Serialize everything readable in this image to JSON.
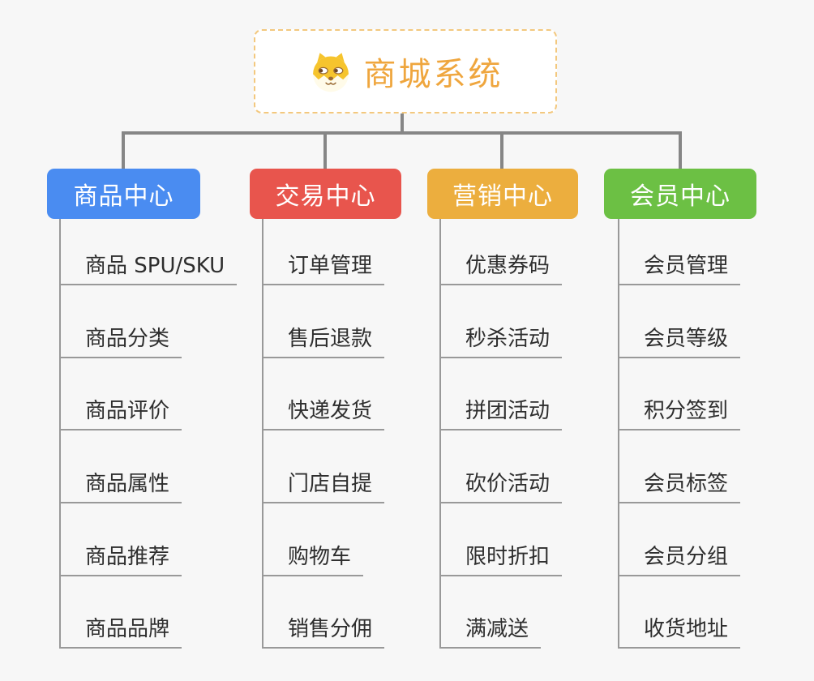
{
  "canvas": {
    "background": "#f7f7f7",
    "connector_color": "#868686",
    "leaf_line_color": "#999999",
    "leaf_text_color": "#2e2e2e"
  },
  "root": {
    "title": "商城系统",
    "icon": "dog-face-icon",
    "text_color": "#efa63e",
    "border_color": "#f3c87e"
  },
  "branches": [
    {
      "label": "商品中心",
      "color": "#4a8cf1",
      "items": [
        "商品 SPU/SKU",
        "商品分类",
        "商品评价",
        "商品属性",
        "商品推荐",
        "商品品牌"
      ]
    },
    {
      "label": "交易中心",
      "color": "#e8554d",
      "items": [
        "订单管理",
        "售后退款",
        "快递发货",
        "门店自提",
        "购物车",
        "销售分佣"
      ]
    },
    {
      "label": "营销中心",
      "color": "#ecae3e",
      "items": [
        "优惠券码",
        "秒杀活动",
        "拼团活动",
        "砍价活动",
        "限时折扣",
        "满减送"
      ]
    },
    {
      "label": "会员中心",
      "color": "#6cc044",
      "items": [
        "会员管理",
        "会员等级",
        "积分签到",
        "会员标签",
        "会员分组",
        "收货地址"
      ]
    }
  ]
}
